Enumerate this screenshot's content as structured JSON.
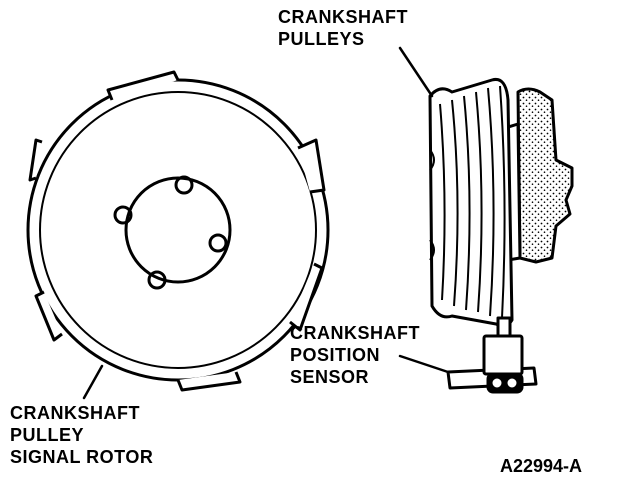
{
  "labels": {
    "pulleys": [
      "CRANKSHAFT",
      "PULLEYS"
    ],
    "sensor": [
      "CRANKSHAFT",
      "POSITION",
      "SENSOR"
    ],
    "rotor": [
      "CRANKSHAFT",
      "PULLEY",
      "SIGNAL ROTOR"
    ]
  },
  "figure_code": "A22994-A",
  "colors": {
    "ink": "#000000",
    "paper": "#ffffff"
  }
}
